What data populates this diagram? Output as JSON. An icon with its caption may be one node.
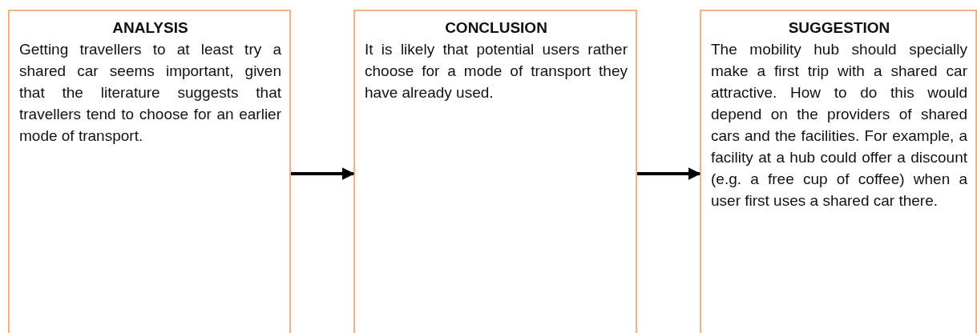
{
  "diagram": {
    "nodes": [
      {
        "text": [
          "ANALYSIS",
          "Getting travellers to at least try a shared car seems important, given that the literature suggests that travellers tend to choose for an earlier mode of transport."
        ]
      },
      {
        "text": [
          "CONCLUSION",
          "It is likely that potential users rather choose for a mode of transport they have already used."
        ]
      },
      {
        "text": [
          "SUGGESTION",
          "The mobility hub should specially make a first trip with a shared car attractive. How to do this would depend on the providers of shared cars and the facilities. For example, a facility at a hub could offer a discount (e.g. a free cup of coffee) when a user first uses a shared car there."
        ]
      }
    ],
    "edges": [
      {
        "from": 0,
        "to": 1,
        "arrow": "to"
      },
      {
        "from": 1,
        "to": 2,
        "arrow": "to"
      }
    ]
  }
}
